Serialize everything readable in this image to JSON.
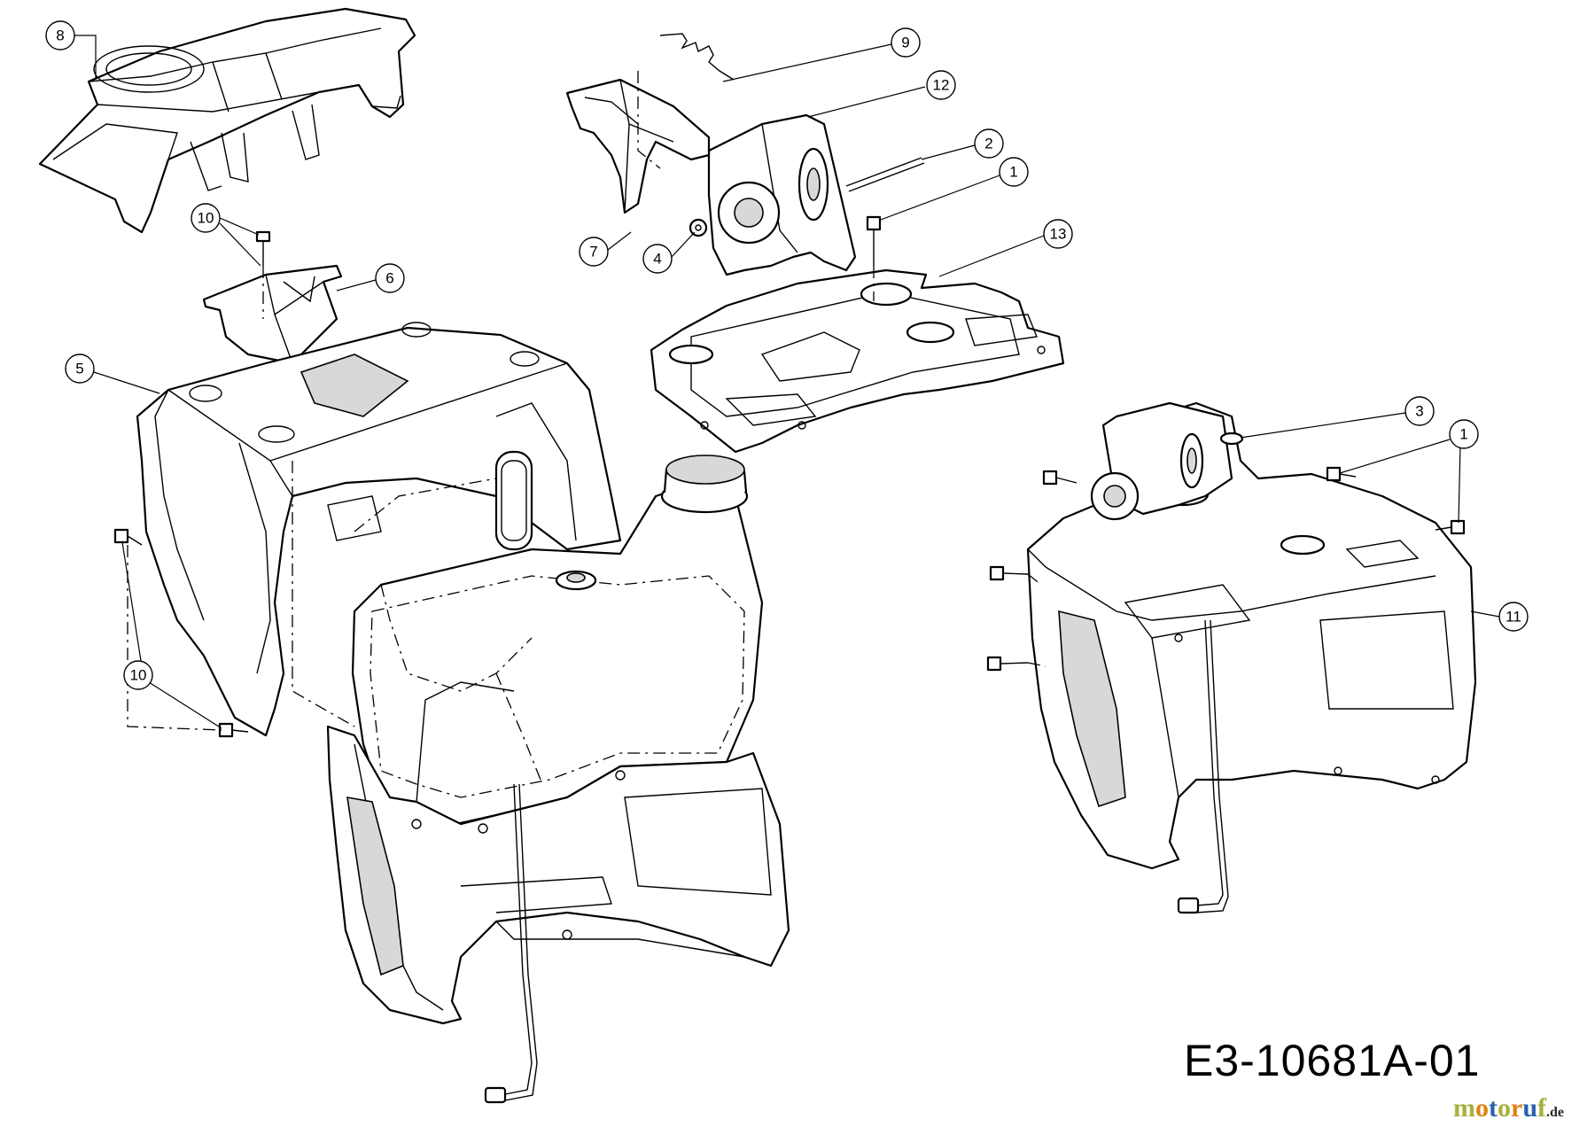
{
  "drawing_code": "E3-10681A-01",
  "watermark": {
    "name": "motoruf",
    "suffix": ".de",
    "colors": [
      "#a7b03a",
      "#e0820f",
      "#2a62a8"
    ]
  },
  "callouts": [
    {
      "id": "c8",
      "label": "8"
    },
    {
      "id": "c10a",
      "label": "10"
    },
    {
      "id": "c6",
      "label": "6"
    },
    {
      "id": "c5",
      "label": "5"
    },
    {
      "id": "c10b",
      "label": "10"
    },
    {
      "id": "c9",
      "label": "9"
    },
    {
      "id": "c12",
      "label": "12"
    },
    {
      "id": "c2",
      "label": "2"
    },
    {
      "id": "c1a",
      "label": "1"
    },
    {
      "id": "c13",
      "label": "13"
    },
    {
      "id": "c7",
      "label": "7"
    },
    {
      "id": "c4",
      "label": "4"
    },
    {
      "id": "c3",
      "label": "3"
    },
    {
      "id": "c1b",
      "label": "1"
    },
    {
      "id": "c11",
      "label": "11"
    }
  ]
}
